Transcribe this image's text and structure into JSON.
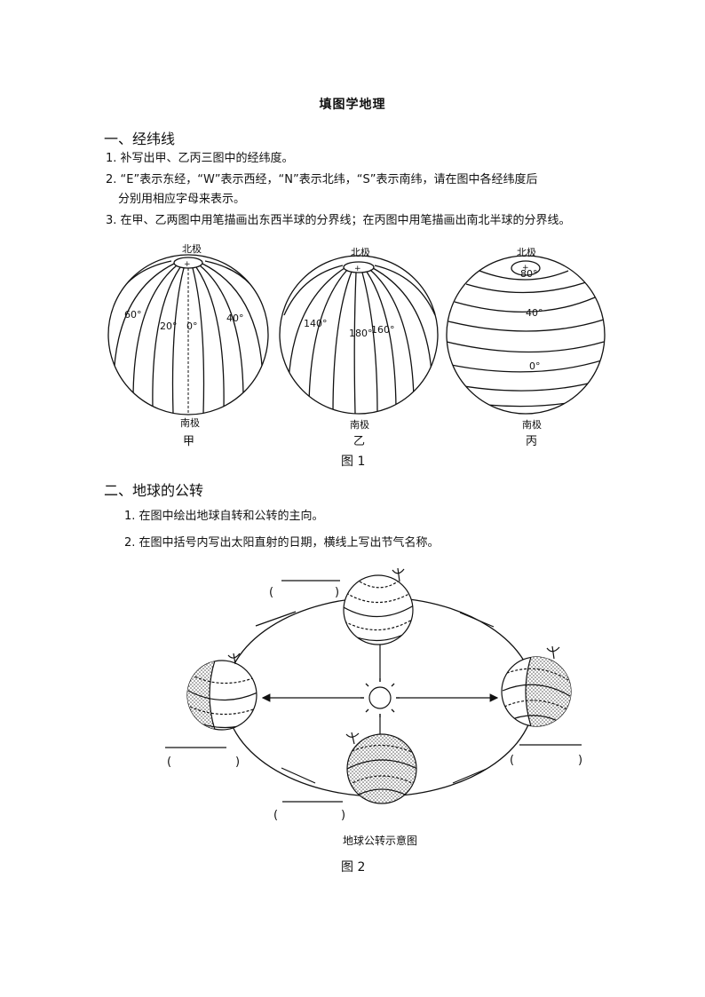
{
  "title": "填图学地理",
  "section1": {
    "heading": "一、经纬线",
    "items": [
      "1. 补写出甲、乙丙三图中的经纬度。",
      "2. “E”表示东经，“W”表示西经，“N”表示北纬，“S”表示南纬，请在图中各经纬度后",
      "分别用相应字母来表示。",
      "3. 在甲、乙两图中用笔描画出东西半球的分界线；在丙图中用笔描画出南北半球的分界线。"
    ],
    "globes": [
      {
        "north": "北极",
        "south": "南极",
        "name": "甲",
        "labels": [
          "60°",
          "20°",
          "0°",
          "40°"
        ]
      },
      {
        "north": "北极",
        "south": "南极",
        "name": "乙",
        "labels": [
          "140°",
          "180°",
          "160°"
        ]
      },
      {
        "north": "北极",
        "south": "南极",
        "name": "丙",
        "labels": [
          "80°",
          "40°",
          "0°"
        ]
      }
    ],
    "caption": "图 1"
  },
  "section2": {
    "heading": "二、地球的公转",
    "items": [
      "1. 在图中绘出地球自转和公转的主向。",
      "2. 在图中括号内写出太阳直射的日期，横线上写出节气名称。"
    ],
    "paren_open": "(",
    "paren_close": ")",
    "diagram_title": "地球公转示意图",
    "caption": "图 2"
  }
}
